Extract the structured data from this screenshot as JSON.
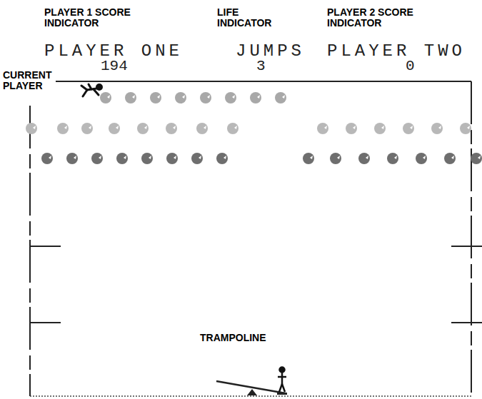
{
  "diagram": {
    "labels": [
      "PLAYER 1 SCORE INDICATOR",
      "LIFE INDICATOR",
      "PLAYER 2 SCORE INDICATOR",
      "PLAYER ONE",
      "JUMPS",
      "PLAYER TWO",
      "194",
      "3",
      "0",
      "CURRENT PLAYER",
      "TRAMPOLINE"
    ]
  }
}
